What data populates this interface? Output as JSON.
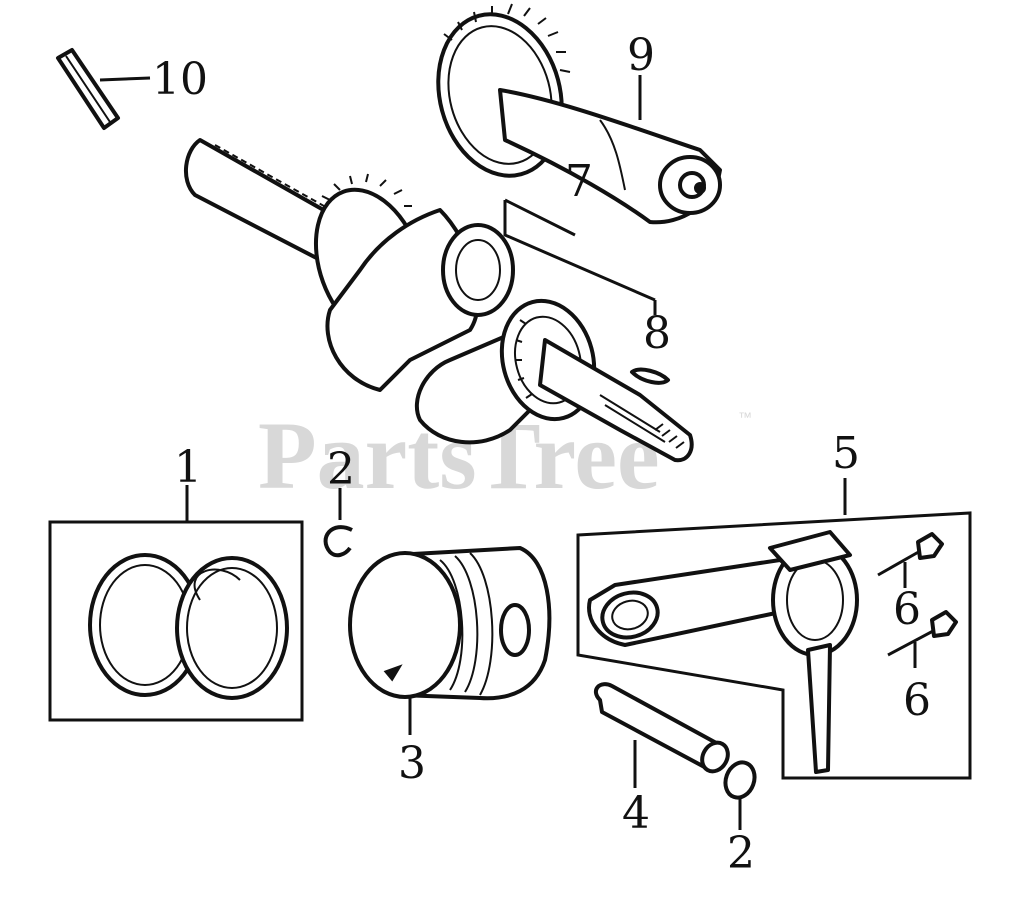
{
  "watermark": {
    "text": "PartsTree",
    "trademark": "™"
  },
  "labels": {
    "l1": "1",
    "l2a": "2",
    "l2b": "2",
    "l3": "3",
    "l4": "4",
    "l5": "5",
    "l6a": "6",
    "l6b": "6",
    "l7": "7",
    "l8": "8",
    "l9": "9",
    "l10": "10"
  },
  "colors": {
    "ink": "#111111",
    "watermark": "#d8d8d8",
    "background": "#ffffff"
  }
}
